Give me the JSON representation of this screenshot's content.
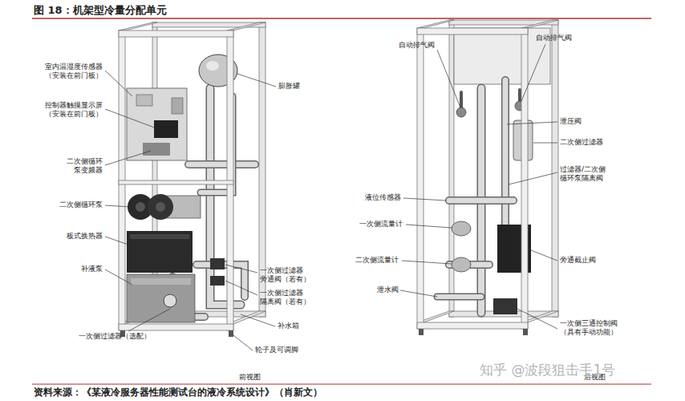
{
  "diagram": {
    "title": "图 18：机架型冷量分配单元",
    "caption": "资料来源：《某液冷服务器性能测试台的液冷系统设计》（肖新文）",
    "labels": [
      "室内温湿度传感器 （安装在前门板）",
      "控制器触摸显示屏 （安装在前门板）",
      "二次侧循环 泵变频器",
      "二次侧循环泵",
      "板式换热器",
      "补液泵",
      "一次侧过滤器（选配）",
      "膨胀罐",
      "一次侧过滤器 旁通阀（若有）",
      "一次侧过滤器 隔离阀（若有）",
      "补水箱",
      "轮子及可调脚",
      "前视图",
      "自动排气阀",
      "自动排气阀",
      "泄压阀",
      "二次侧过滤器",
      "过滤器/二次侧 循环泵隔离阀",
      "液位传感器",
      "一次侧流量计",
      "二次侧流量计",
      "泄水阀",
      "旁通截止阀",
      "一次侧三通控制阀 （具有手动功能）",
      "后视图",
      "知乎 @波段狙击手1号"
    ]
  }
}
